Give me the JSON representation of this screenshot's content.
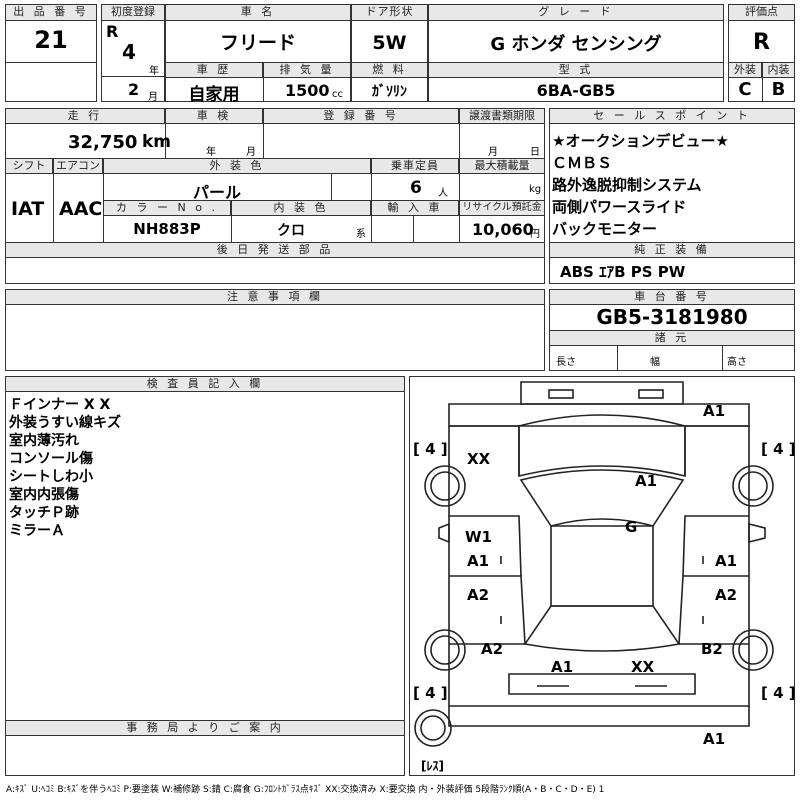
{
  "header": {
    "lot_label": "出 品 番 号",
    "lot_value": "21",
    "reg_label": "初度登録",
    "era": "R",
    "year_value": "4",
    "year_unit": "年",
    "month_value": "2",
    "month_unit": "月",
    "name_label": "車 名",
    "name_value": "フリード",
    "history_label": "車 歴",
    "history_value": "自家用",
    "displacement_label": "排 気 量",
    "displacement_value": "1500",
    "displacement_unit": "cc",
    "door_label": "ドア形状",
    "door_value": "5W",
    "fuel_label": "燃 料",
    "fuel_value": "ｶﾞｿﾘﾝ",
    "grade_label": "グ レ ー ド",
    "grade_value": "G ホンダ センシング",
    "model_label": "型 式",
    "model_value": "6BA-GB5",
    "score_label": "評価点",
    "score_value": "R",
    "ext_label": "外装",
    "ext_value": "C",
    "int_label": "内装",
    "int_value": "B"
  },
  "specs": {
    "mileage_label": "走 行",
    "mileage_value": "32,750",
    "mileage_unit": "km",
    "inspection_label": "車 検",
    "inspection_year_unit": "年",
    "inspection_month_unit": "月",
    "regnum_label": "登 録 番 号",
    "transfer_label": "譲渡書類期限",
    "transfer_month_unit": "月",
    "transfer_day_unit": "日",
    "shift_label": "シフト",
    "shift_value": "IAT",
    "ac_label": "エアコン",
    "ac_value": "AAC",
    "color_label": "外 装 色",
    "color_value": "パール",
    "seats_label": "乗車定員",
    "seats_value": "6",
    "seats_unit": "人",
    "load_label": "最大積載量",
    "load_unit": "kg",
    "colorno_label": "カ ラ ー N o .",
    "colorno_value": "NH883P",
    "interior_label": "内 装 色",
    "interior_value": "クロ",
    "interior_unit": "系",
    "import_label": "輸 入 車",
    "recycle_label": "リサイクル預託金",
    "recycle_value": "10,060",
    "recycle_unit": "円",
    "later_label": "後 日 発 送 部 品"
  },
  "sales_points": {
    "label": "セ ー ル ス ポ イ ン ト",
    "items": [
      "★オークションデビュー★",
      "ＣＭＢＳ",
      "路外逸脱抑制システム",
      "両側パワースライド",
      "バックモニター"
    ]
  },
  "equipment": {
    "label": "純 正 装 備",
    "value": "ABS ｴｱB PS PW"
  },
  "notes": {
    "label": "注 意 事 項 欄"
  },
  "chassis": {
    "label": "車 台 番 号",
    "value": "GB5-3181980",
    "dims_label": "諸 元",
    "length_label": "長さ",
    "width_label": "幅",
    "height_label": "高さ"
  },
  "inspector": {
    "label": "検 査 員 記 入 欄",
    "lines": [
      "Ｆインナー X X",
      "外装うすい線キズ",
      "室内薄汚れ",
      "コンソール傷",
      "シートしわ小",
      "室内内張傷",
      "タッチＰ跡",
      "ミラーＡ"
    ]
  },
  "office": {
    "label": "事 務 局 よ り ご 案 内"
  },
  "diagram": {
    "tires": [
      "[ 4 ]",
      "[ 4 ]",
      "[ 4 ]",
      "[ 4 ]"
    ],
    "spare_label": "[ﾚｽ]",
    "marks": {
      "front_bumper": "A1",
      "left_front_fender": "XX",
      "hood": "A1",
      "roof": "G",
      "left_front_door_top": "W1",
      "left_front_door": "A1",
      "right_front_door": "A1",
      "left_rear_door": "A2",
      "right_rear_door": "A2",
      "left_rear_fender": "A2",
      "right_rear_fender": "B2",
      "rear_left": "A1",
      "rear_center": "XX",
      "rear_bumper": "A1"
    }
  },
  "legend": "A:ｷｽﾞ U:ﾍｺﾐ B:ｷｽﾞを伴うﾍｺﾐ P:要塗装 W:補修跡 S:錆 C:腐食 G:ﾌﾛﾝﾄｶﾞﾗｽ点ｷｽﾞ XX:交換済み X:要交換 内・外装評価 5段階ﾗﾝｸ順(A・B・C・D・E) 1"
}
